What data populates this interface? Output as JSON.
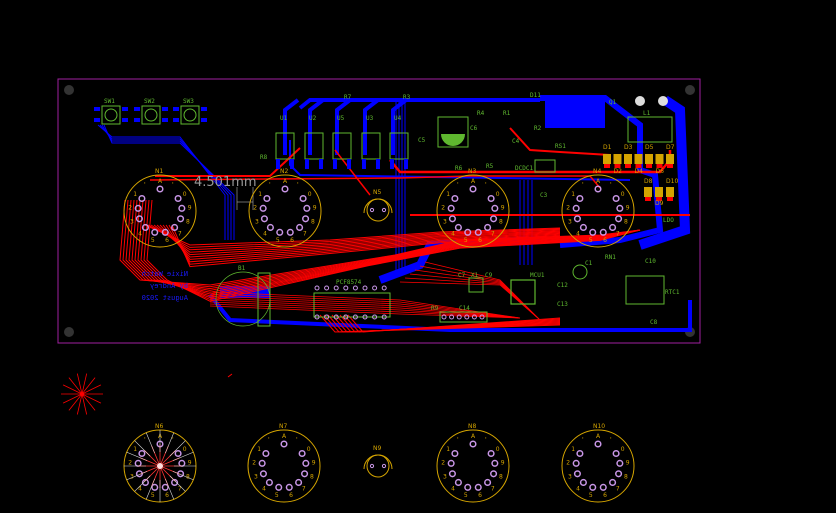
{
  "view": {
    "layers": {
      "top_copper": "#ff0000",
      "bottom_copper": "#0000ff",
      "silkscreen": "#5fb82f",
      "outline": "#a020a0",
      "tube_outline": "#d4a400",
      "pad": "#c896e6"
    },
    "measurement": "4.501mm"
  },
  "board_text": [
    "Nixie Watch",
    "by Andrey",
    "August 2020"
  ],
  "switches": [
    "SW1",
    "SW2",
    "SW3"
  ],
  "ics": [
    "U1",
    "U2",
    "U5",
    "U3",
    "U4"
  ],
  "components": {
    "r7": "R7",
    "r8": "R8",
    "r3": "R3",
    "r4": "R4",
    "r1": "R1",
    "r2": "R2",
    "r5": "R5",
    "r6": "R6",
    "rs1": "RS1",
    "c5": "C5",
    "c6": "C6",
    "c4": "C4",
    "c3": "C3",
    "d11": "D11",
    "q1": "Q1",
    "l1": "L1",
    "dcdc1": "DCDC1",
    "ldo": "LDO",
    "b1": "B1",
    "conn": "PCF8574",
    "c7": "C7",
    "x1": "X1",
    "c9": "C9",
    "mcu1": "MCU1",
    "c12": "C12",
    "c13": "C13",
    "c14": "C14",
    "r9": "R9",
    "c1": "C1",
    "rn1": "RN1",
    "c10": "C10",
    "rtc1": "RTC1",
    "c8": "C8"
  },
  "diodes_top": [
    "D1",
    "D3",
    "D5",
    "D7"
  ],
  "diodes_mid": [
    "D2",
    "D4",
    "D6"
  ],
  "diodes_bot": [
    "D8",
    "D9",
    "D10"
  ],
  "tubes_placed": [
    "N1",
    "N2",
    "N5",
    "N3",
    "N4"
  ],
  "tubes_unplaced": [
    "N6",
    "N7",
    "N9",
    "N8",
    "N10"
  ],
  "tube_pin_labels": [
    "A",
    "'",
    "0",
    "9",
    "8",
    "7",
    "6",
    "5",
    "4",
    "3",
    "2",
    "1",
    "'"
  ]
}
